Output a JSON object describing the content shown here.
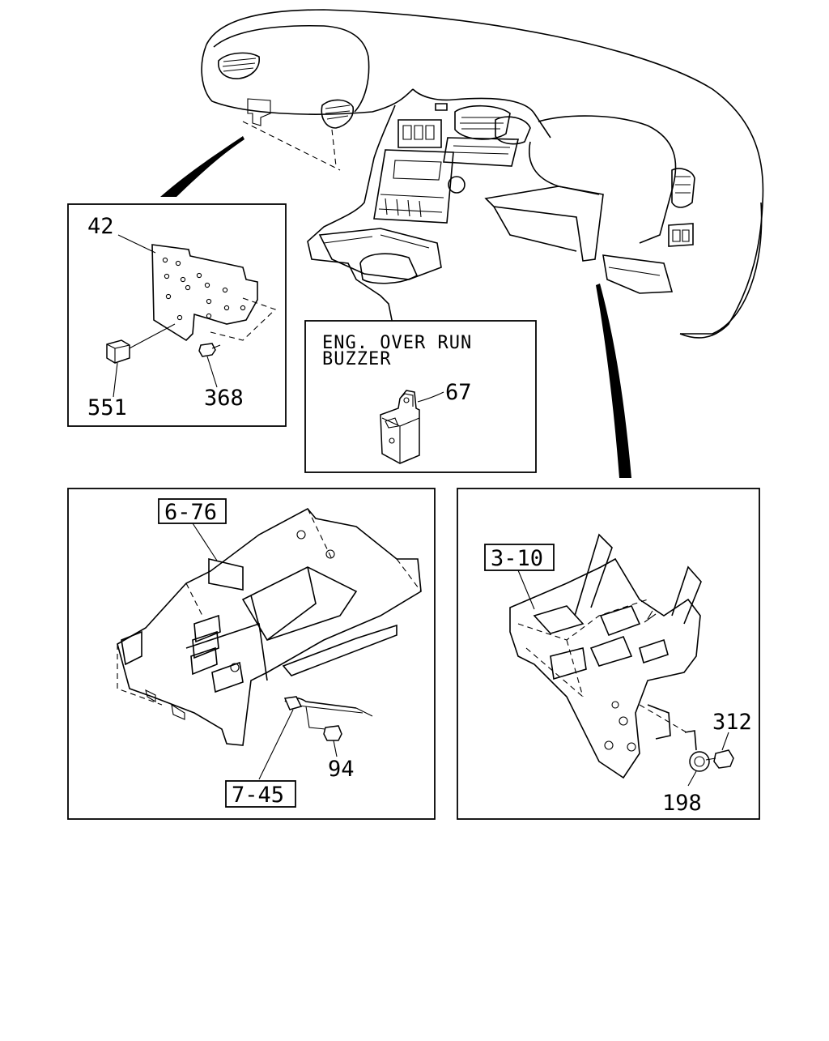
{
  "diagram": {
    "callouts": {
      "c42": "42",
      "c551": "551",
      "c368": "368",
      "c67": "67",
      "c94": "94",
      "c312": "312",
      "c198": "198"
    },
    "references": {
      "r676": "6-76",
      "r745": "7-45",
      "r310": "3-10"
    },
    "note": {
      "line1": "ENG. OVER RUN",
      "line2": "BUZZER"
    }
  }
}
